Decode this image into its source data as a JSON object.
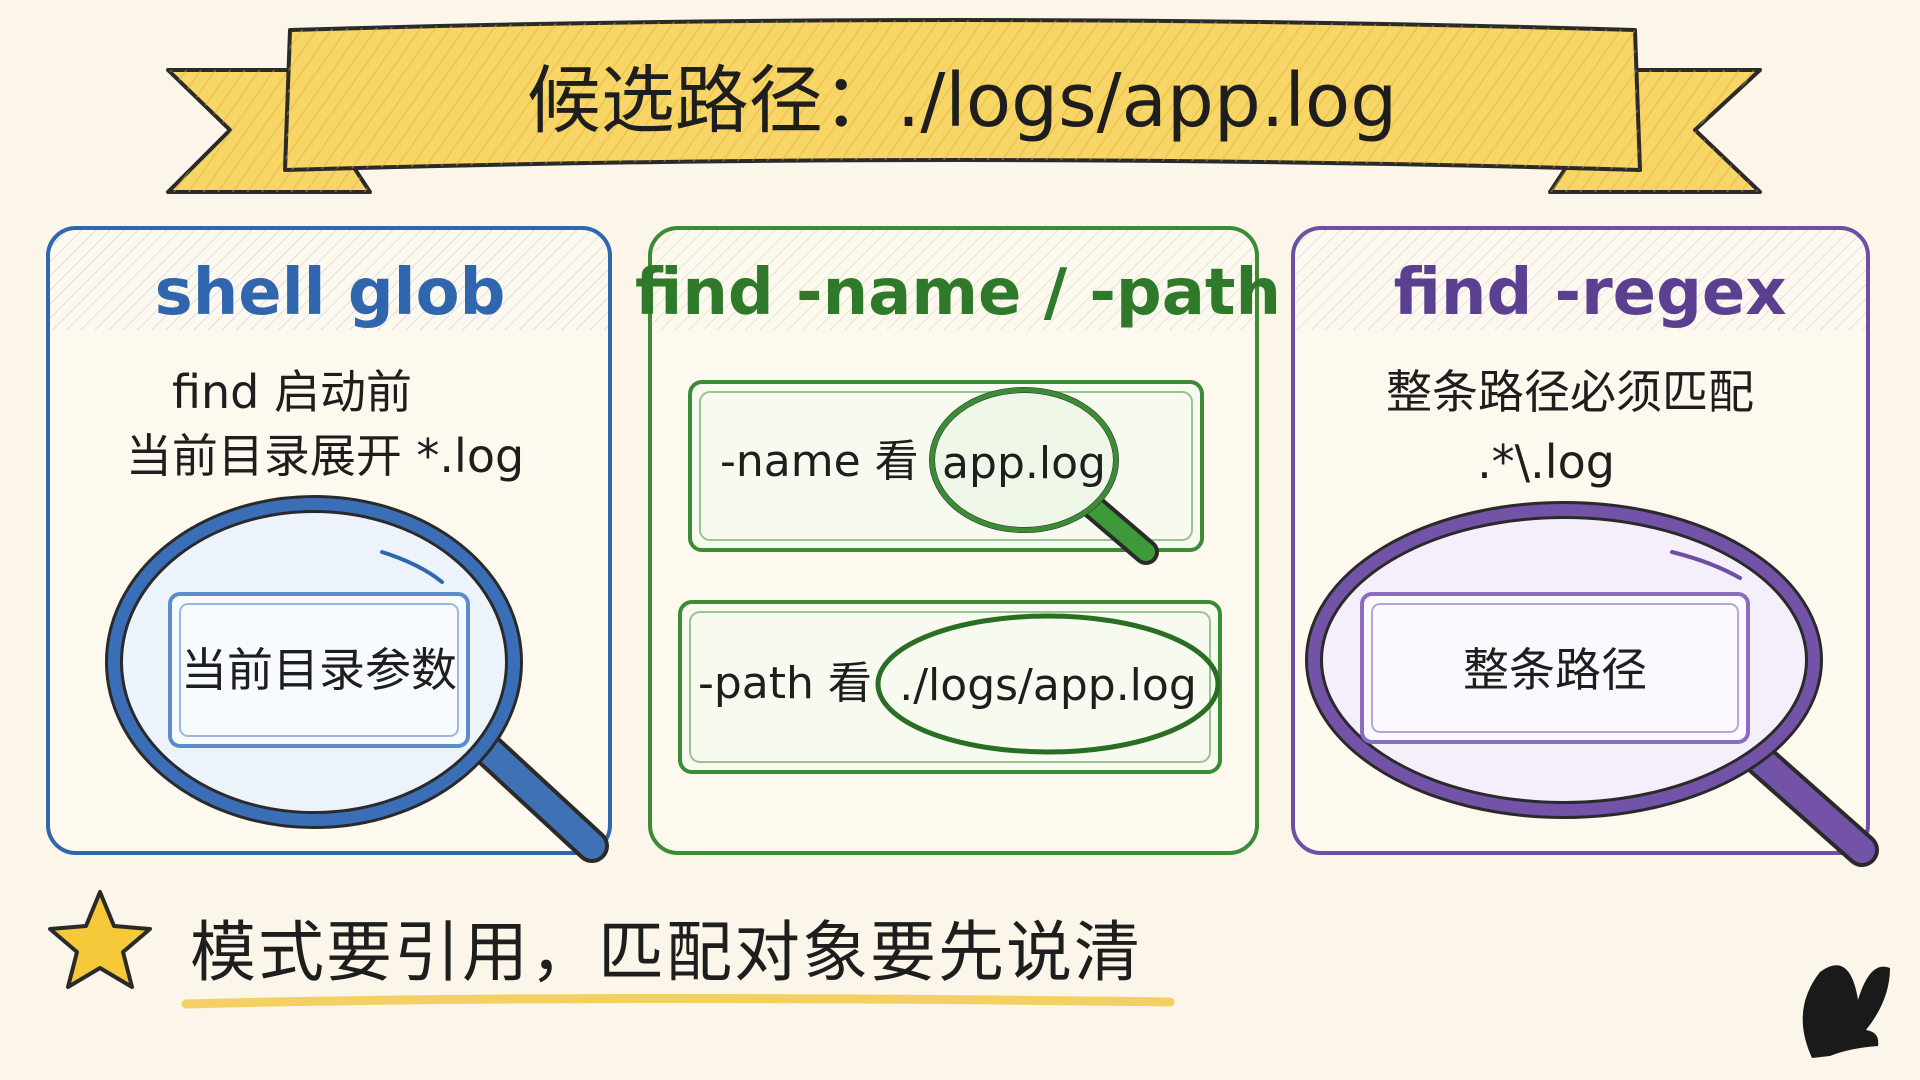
{
  "title": "候选路径：./logs/app.log",
  "colors": {
    "background": "#fbf6e9",
    "banner": "#f7d566",
    "blue": "#2f66ad",
    "green": "#3b8c35",
    "purple": "#6f4fa3",
    "star": "#f5c93a"
  },
  "panels": [
    {
      "heading": "shell glob",
      "line1": "find 启动前",
      "line2": "当前目录展开 *.log",
      "chip": "当前目录参数",
      "icon": "magnifier-icon"
    },
    {
      "heading": "find -name / -path",
      "rows": [
        {
          "prefix": "-name 看",
          "target": "app.log",
          "icon": "magnifier-icon"
        },
        {
          "prefix": "-path 看",
          "target": "./logs/app.log"
        }
      ]
    },
    {
      "heading": "find -regex",
      "line1": "整条路径必须匹配",
      "line2": ".*\\.log",
      "chip": "整条路径",
      "icon": "magnifier-icon"
    }
  ],
  "footer": {
    "text": "模式要引用，匹配对象要先说清",
    "icon": "star-icon"
  },
  "logo": "butterfly-icon"
}
